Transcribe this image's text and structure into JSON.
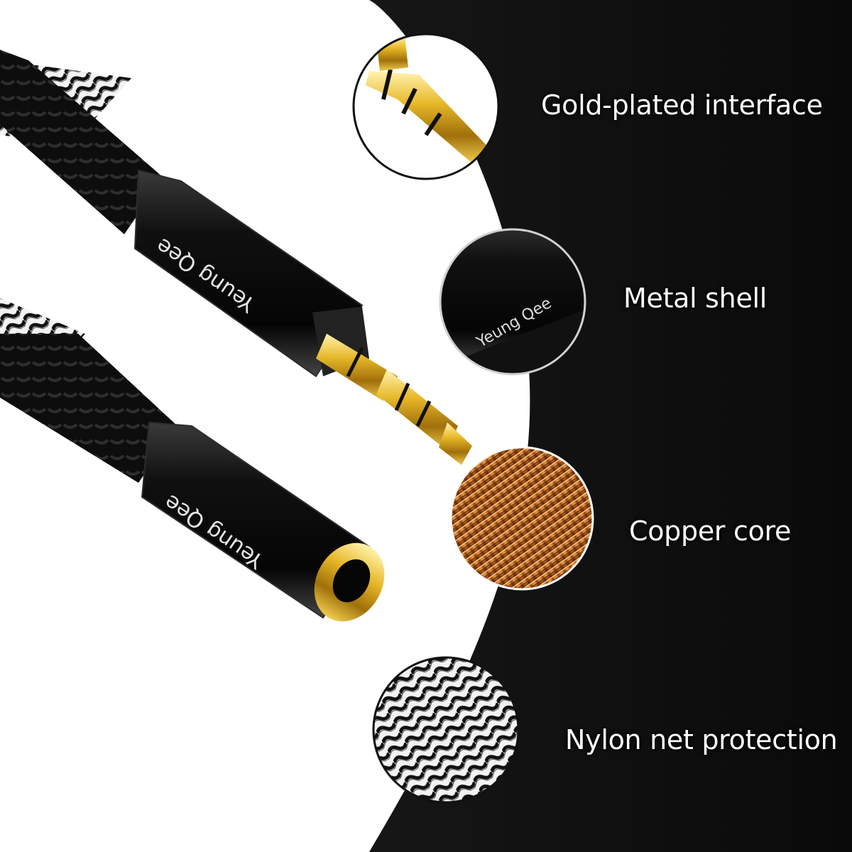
{
  "brand": {
    "logo_text": "Yeung Qee"
  },
  "features": [
    {
      "label": "Gold-plated interface",
      "icon": "gold-plug-icon"
    },
    {
      "label": "Metal shell",
      "icon": "metal-shell-icon"
    },
    {
      "label": "Copper core",
      "icon": "copper-core-icon"
    },
    {
      "label": "Nylon net protection",
      "icon": "nylon-braid-icon"
    }
  ],
  "colors": {
    "background_light": "#ffffff",
    "background_dark": "#0c0c0c",
    "gold": "#d4a017",
    "copper": "#b8611f",
    "shell": "#1a1a1a",
    "label_text": "#ffffff"
  }
}
